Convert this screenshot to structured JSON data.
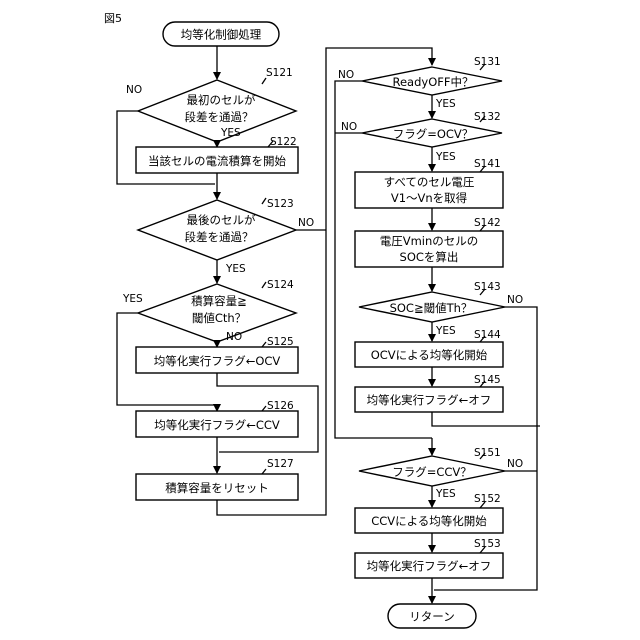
{
  "figure_label": "図5",
  "start": "均等化制御処理",
  "end": "リターン",
  "steps": {
    "s121": {
      "id": "S121",
      "line1": "最初のセルが",
      "line2": "段差を通過？"
    },
    "s122": {
      "id": "S122",
      "text": "当該セルの電流積算を開始"
    },
    "s123": {
      "id": "S123",
      "line1": "最後のセルが",
      "line2": "段差を通過？"
    },
    "s124": {
      "id": "S124",
      "line1": "積算容量≧",
      "line2": "閾値Cth？"
    },
    "s125": {
      "id": "S125",
      "text": "均等化実行フラグ←OCV"
    },
    "s126": {
      "id": "S126",
      "text": "均等化実行フラグ←CCV"
    },
    "s127": {
      "id": "S127",
      "text": "積算容量をリセット"
    },
    "s131": {
      "id": "S131",
      "text": "ReadyOFF中？"
    },
    "s132": {
      "id": "S132",
      "text": "フラグ=OCV？"
    },
    "s141": {
      "id": "S141",
      "line1": "すべてのセル電圧",
      "line2": "V1～Vnを取得"
    },
    "s142": {
      "id": "S142",
      "line1": "電圧Vminのセルの",
      "line2": "SOCを算出"
    },
    "s143": {
      "id": "S143",
      "text": "SOC≧閾値Th？"
    },
    "s144": {
      "id": "S144",
      "text": "OCVによる均等化開始"
    },
    "s145": {
      "id": "S145",
      "text": "均等化実行フラグ←オフ"
    },
    "s151": {
      "id": "S151",
      "text": "フラグ=CCV？"
    },
    "s152": {
      "id": "S152",
      "text": "CCVによる均等化開始"
    },
    "s153": {
      "id": "S153",
      "text": "均等化実行フラグ←オフ"
    }
  },
  "labels": {
    "yes": "YES",
    "no": "NO"
  }
}
